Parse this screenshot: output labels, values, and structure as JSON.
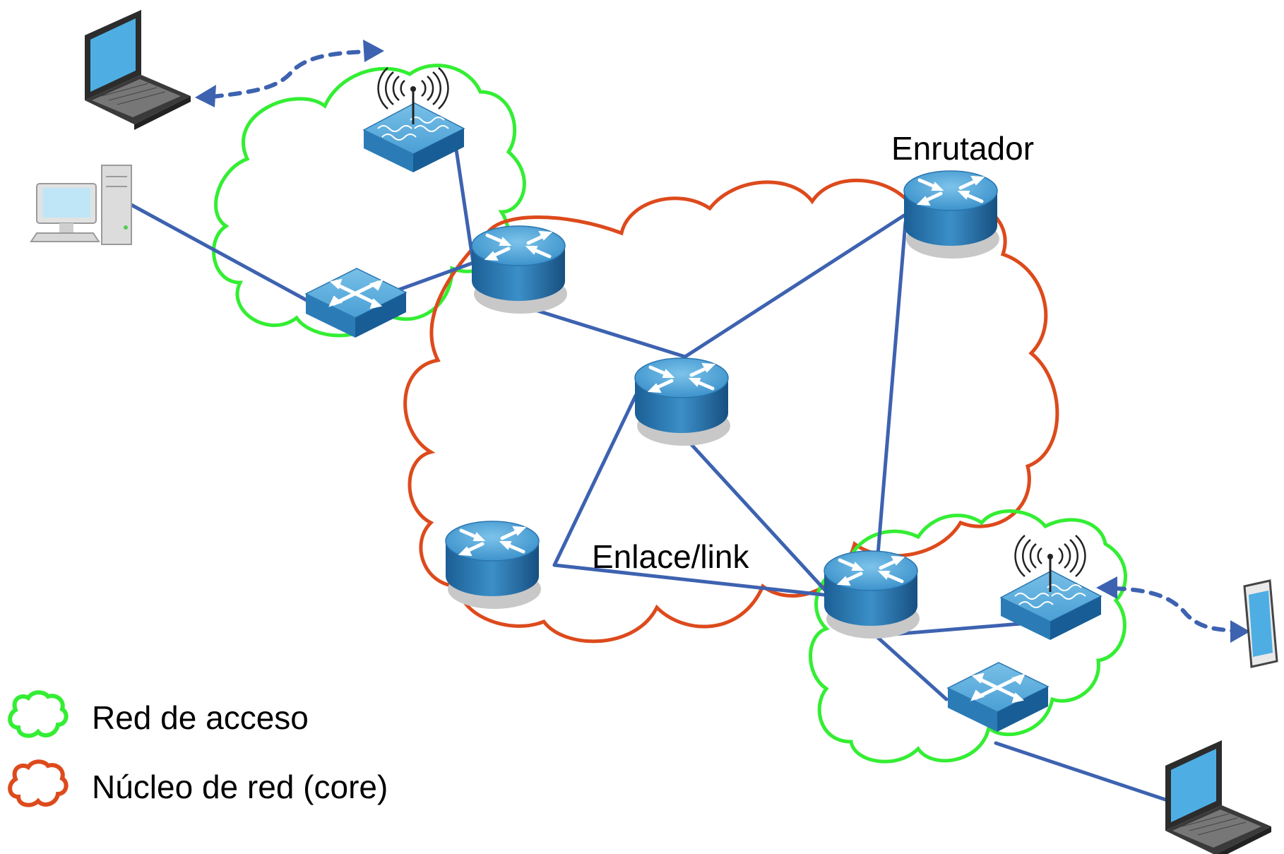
{
  "labels": {
    "router": "Enrutador",
    "link": "Enlace/link"
  },
  "legend": {
    "access": "Red de acceso",
    "core": "Núcleo de red (core)"
  },
  "colors": {
    "access_cloud": "#33ee33",
    "core_cloud": "#dd4a1c",
    "link": "#3d62b0",
    "device_top": "#5aa9d6",
    "device_side": "#1f6fa8"
  },
  "icons": [
    "laptop-icon",
    "desktop-computer-icon",
    "wireless-access-point-icon",
    "switch-icon",
    "router-icon",
    "tablet-icon"
  ]
}
